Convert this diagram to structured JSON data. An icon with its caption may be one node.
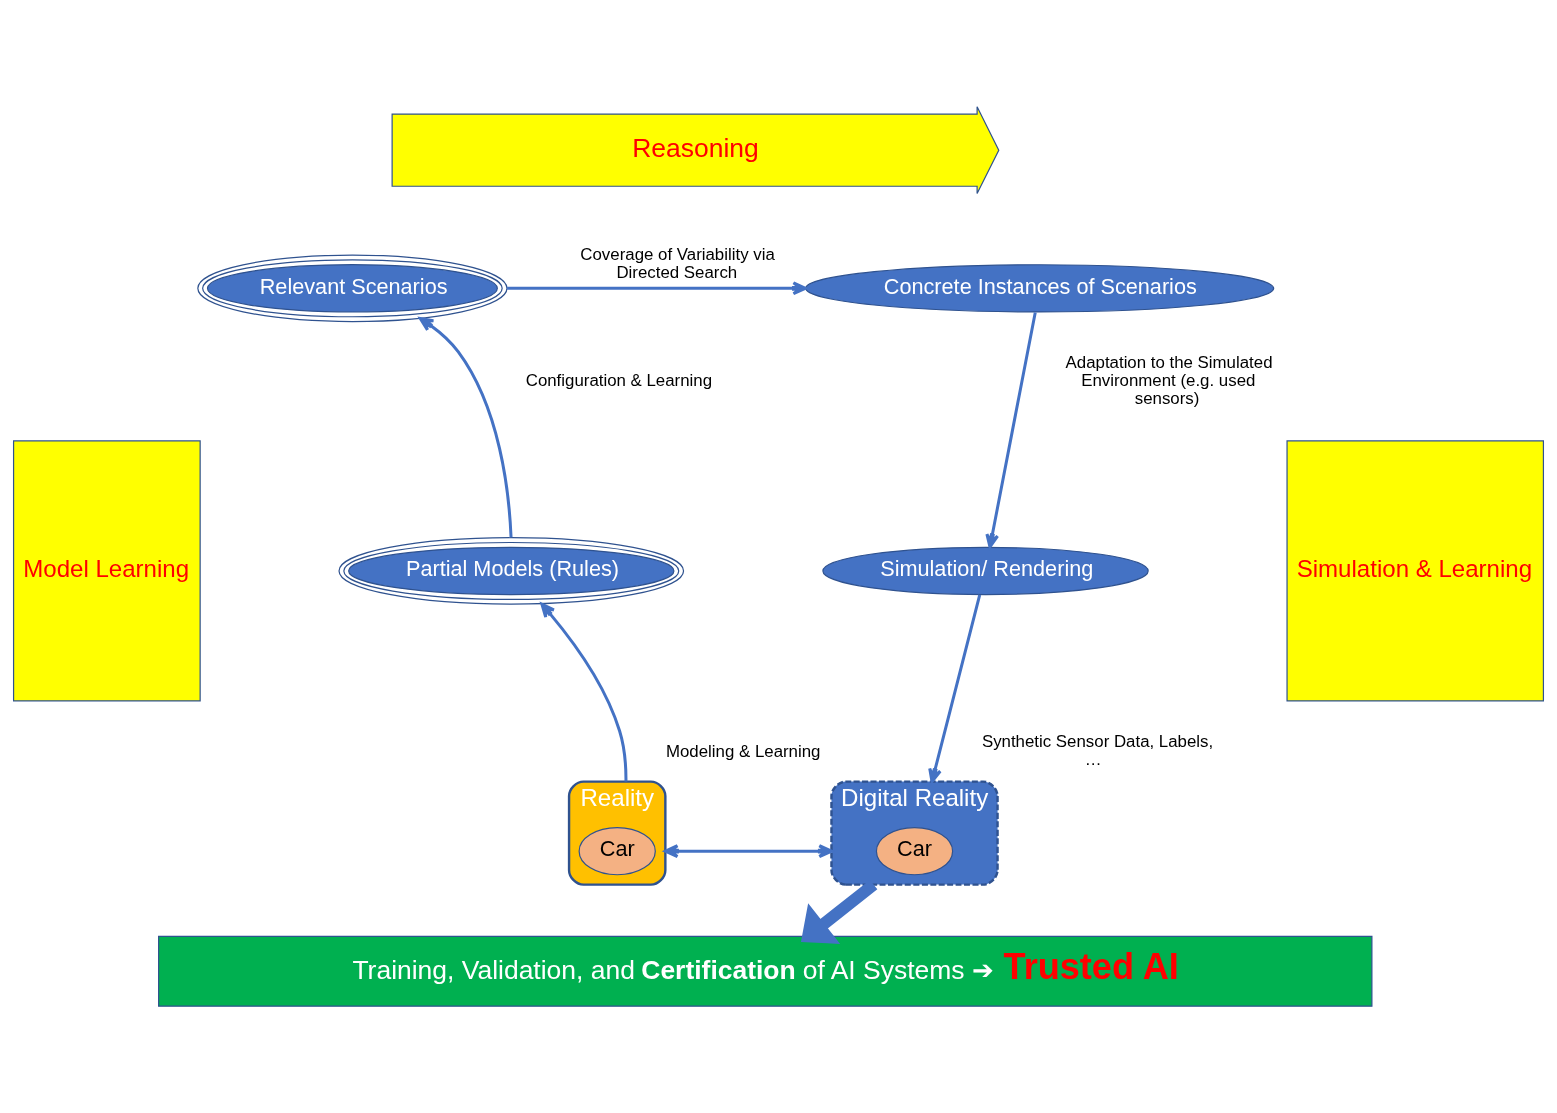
{
  "diagram": {
    "nodes": [
      {
        "text": [
          "Reasoning"
        ]
      },
      {
        "text": [
          "Model Learning"
        ]
      },
      {
        "text": [
          "Simulation & Learning"
        ]
      },
      {
        "text": [
          "Relevant Scenarios"
        ]
      },
      {
        "text": [
          "Concrete Instances of Scenarios"
        ]
      },
      {
        "text": [
          "Partial Models (Rules)"
        ]
      },
      {
        "text": [
          "Simulation/ Rendering"
        ]
      },
      {
        "text": [
          "Reality"
        ]
      },
      {
        "text": [
          "Car"
        ],
        "in": 7
      },
      {
        "text": [
          "Digital Reality"
        ]
      },
      {
        "text": [
          "Car"
        ],
        "in": 9
      },
      {
        "text": [
          "Training, Validation, and **Certification** of AI Systems ➔",
          "Trusted AI"
        ]
      }
    ],
    "edges": [
      {
        "from": 3,
        "to": 4,
        "arrow": "to",
        "label": "Coverage of Variability via Directed Search"
      },
      {
        "from": 4,
        "to": 6,
        "arrow": "to",
        "label": "Adaptation to the Simulated Environment (e.g. used sensors)"
      },
      {
        "from": 6,
        "to": 9,
        "arrow": "to",
        "label": "Synthetic Sensor Data, Labels, …"
      },
      {
        "from": 7,
        "to": 5,
        "arrow": "to",
        "label": "Modeling & Learning"
      },
      {
        "from": 5,
        "to": 3,
        "arrow": "to",
        "label": "Configuration & Learning"
      },
      {
        "from": 7,
        "to": 9,
        "arrow": "both"
      },
      {
        "from": 9,
        "to": 11,
        "arrow": "to",
        "style": "thick"
      }
    ]
  }
}
